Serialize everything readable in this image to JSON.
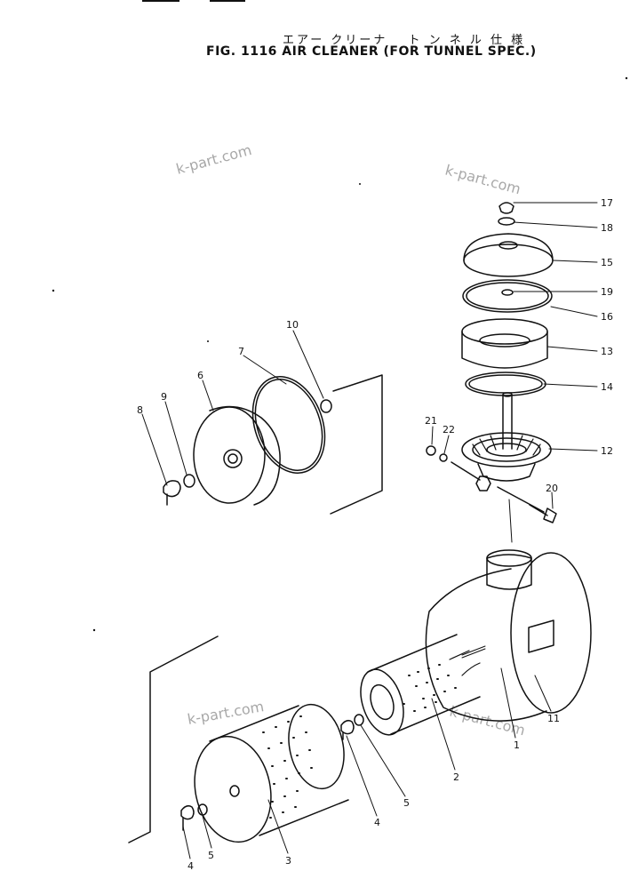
{
  "header": {
    "title_japanese": "エアー クリーナ　 ト ン ネ ル 仕 様",
    "title_english": "FIG. 1116  AIR  CLEANER  (FOR  TUNNEL  SPEC.)"
  },
  "watermark": "k-part.com",
  "part_labels": {
    "p1": "1",
    "p2": "2",
    "p3": "3",
    "p4a": "4",
    "p4b": "4",
    "p5a": "5",
    "p5b": "5",
    "p6": "6",
    "p7": "7",
    "p8": "8",
    "p9": "9",
    "p10": "10",
    "p11": "11",
    "p12": "12",
    "p13": "13",
    "p14": "14",
    "p15": "15",
    "p16": "16",
    "p17": "17",
    "p18": "18",
    "p19": "19",
    "p20": "20",
    "p21": "21",
    "p22": "22"
  }
}
